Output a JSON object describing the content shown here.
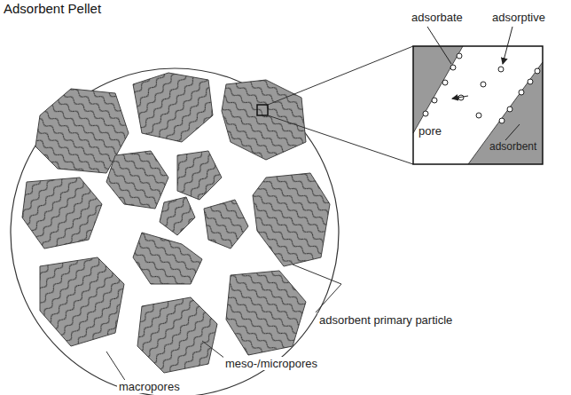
{
  "diagram": {
    "title": "Adsorbent Pellet",
    "labels": [
      "adsorbate",
      "adsorptive",
      "pore",
      "adsorbent",
      "adsorbent primary particle",
      "meso-/micropores",
      "macropores"
    ]
  }
}
